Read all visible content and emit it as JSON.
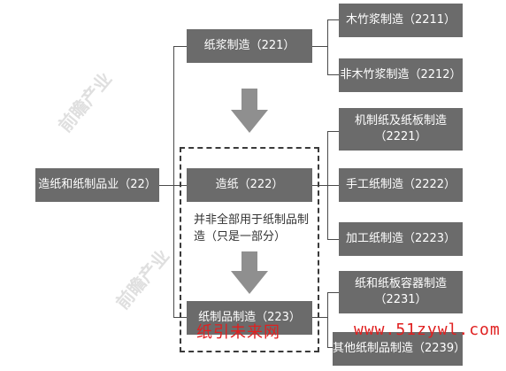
{
  "colors": {
    "box": "#6b6b6b",
    "line": "#4a4a4a",
    "arrow": "#8f8f8f",
    "watermark": "#e02020"
  },
  "root": {
    "label": "造纸和纸制品业（22）"
  },
  "mid": [
    {
      "label": "纸浆制造（221）"
    },
    {
      "label": "造纸（222）"
    },
    {
      "label": "纸制品制造（223）"
    }
  ],
  "leaves": [
    {
      "label": "木竹浆制造（2211）"
    },
    {
      "label": "非木竹浆制造（2212）"
    },
    {
      "label": "机制纸及纸板制造（2221）"
    },
    {
      "label": "手工纸制造（2222）"
    },
    {
      "label": "加工纸制造（2223）"
    },
    {
      "label": "纸和纸板容器制造（2231）"
    },
    {
      "label": "其他纸制品制造（2239）"
    }
  ],
  "note": "并非全部用于纸制品制造（只是一部分）",
  "watermarks": {
    "left": "纸引未来网",
    "right": "www.51zywl.com"
  },
  "faint_logos": [
    "前瞻产业",
    "前瞻产业"
  ]
}
